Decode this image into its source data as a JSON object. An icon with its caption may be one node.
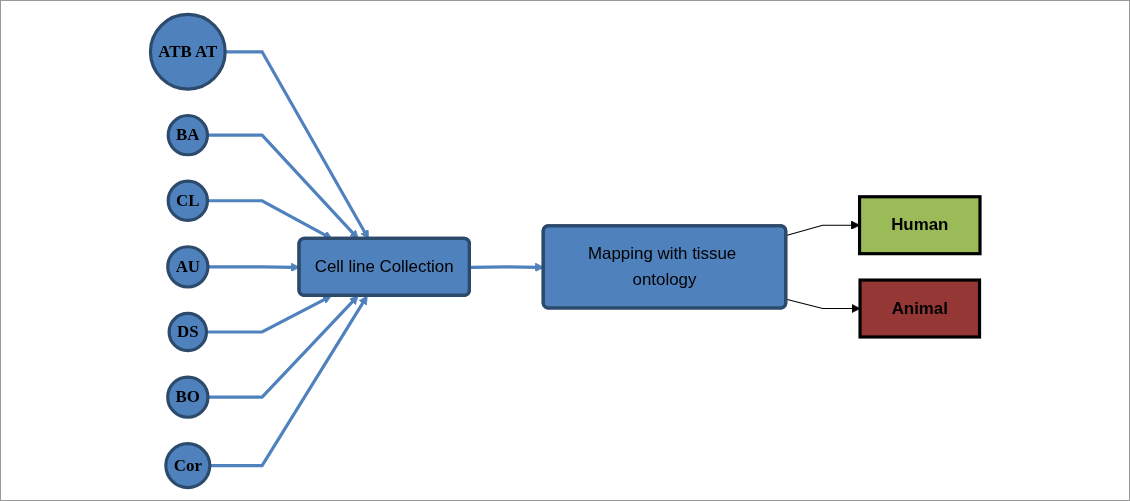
{
  "diagram": {
    "nodes": [
      {
        "text": [
          "ATB AT"
        ]
      },
      {
        "text": [
          "BA"
        ]
      },
      {
        "text": [
          "CL"
        ]
      },
      {
        "text": [
          "AU"
        ]
      },
      {
        "text": [
          "Cell line Collection"
        ]
      },
      {
        "text": [
          "Mapping with tissue ontology"
        ]
      },
      {
        "text": [
          "Human"
        ]
      },
      {
        "text": [
          "DS"
        ]
      },
      {
        "text": [
          "BO"
        ]
      },
      {
        "text": [
          "Cor"
        ]
      },
      {
        "text": [
          "Animal"
        ]
      }
    ],
    "edges": [
      {
        "from": 0,
        "to": 4,
        "arrow": "to"
      },
      {
        "from": 1,
        "to": 4,
        "arrow": "to"
      },
      {
        "from": 2,
        "to": 4,
        "arrow": "to"
      },
      {
        "from": 3,
        "to": 4,
        "arrow": "to"
      },
      {
        "from": 7,
        "to": 4,
        "arrow": "to"
      },
      {
        "from": 8,
        "to": 4,
        "arrow": "to"
      },
      {
        "from": 9,
        "to": 4,
        "arrow": "to"
      },
      {
        "from": 4,
        "to": 5,
        "arrow": "to"
      },
      {
        "from": 5,
        "to": 6,
        "arrow": "to",
        "color": "#000000"
      },
      {
        "from": 5,
        "to": 10,
        "arrow": "to",
        "color": "#000000"
      }
    ]
  }
}
